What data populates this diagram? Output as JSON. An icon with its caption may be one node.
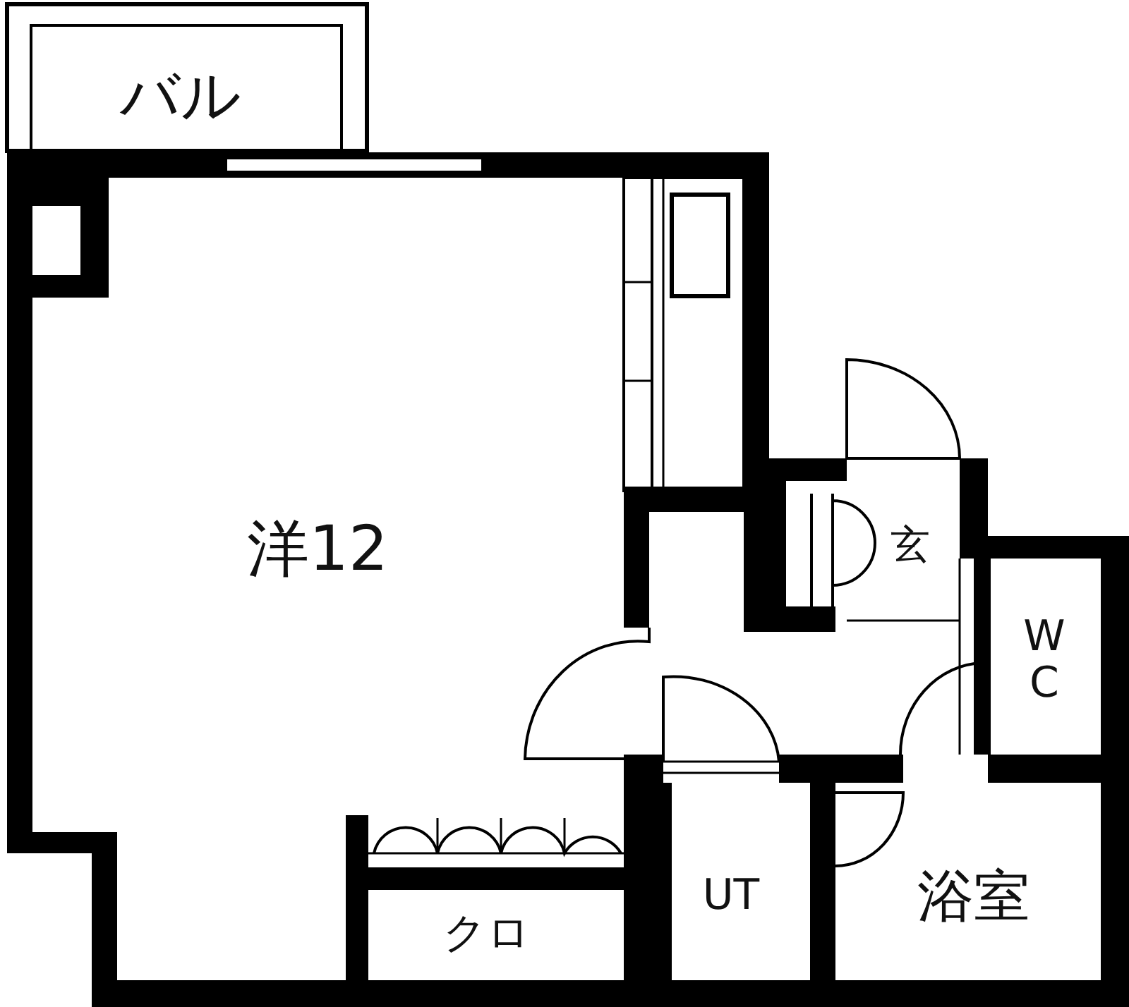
{
  "diagram": {
    "nodes": [
      {
        "text": [
          "バル"
        ]
      },
      {
        "text": [
          "洋12"
        ]
      },
      {
        "text": [
          "クロ"
        ]
      },
      {
        "text": [
          "玄"
        ]
      },
      {
        "text": [
          "W C"
        ]
      },
      {
        "text": [
          "UT"
        ]
      },
      {
        "text": [
          "浴室"
        ]
      }
    ]
  }
}
